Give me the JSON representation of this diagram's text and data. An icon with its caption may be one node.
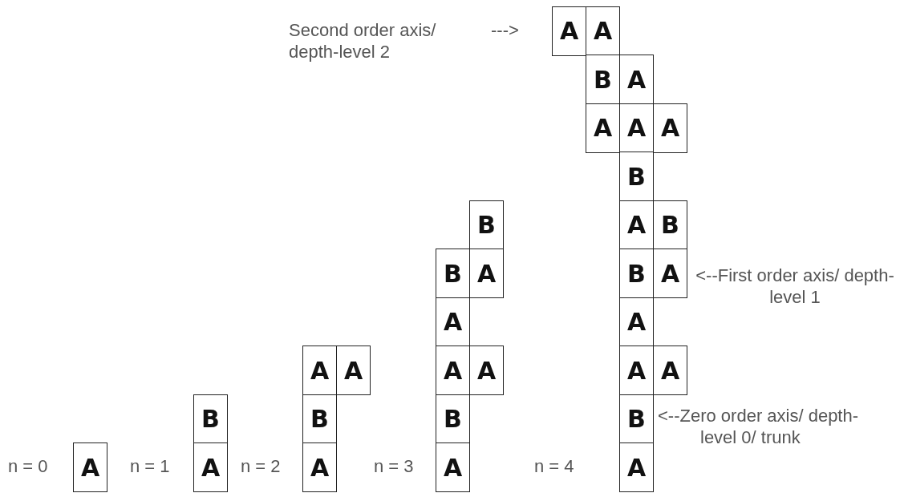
{
  "diagram": {
    "nodes": [
      {
        "text": [
          "A"
        ]
      },
      {
        "text": [
          "B"
        ]
      },
      {
        "text": [
          "A"
        ]
      },
      {
        "text": [
          "A"
        ]
      },
      {
        "text": [
          "A"
        ]
      },
      {
        "text": [
          "B"
        ]
      },
      {
        "text": [
          "A"
        ]
      },
      {
        "text": [
          "B"
        ]
      },
      {
        "text": [
          "B"
        ]
      },
      {
        "text": [
          "A"
        ]
      },
      {
        "text": [
          "A"
        ]
      },
      {
        "text": [
          "A"
        ]
      },
      {
        "text": [
          "A"
        ]
      },
      {
        "text": [
          "B"
        ]
      },
      {
        "text": [
          "A"
        ]
      },
      {
        "text": [
          "A"
        ]
      },
      {
        "text": [
          "A"
        ]
      },
      {
        "text": [
          "B"
        ]
      },
      {
        "text": [
          "A"
        ]
      },
      {
        "text": [
          "A"
        ]
      },
      {
        "text": [
          "A"
        ]
      },
      {
        "text": [
          "A"
        ]
      },
      {
        "text": [
          "B"
        ]
      },
      {
        "text": [
          "A"
        ]
      },
      {
        "text": [
          "B"
        ]
      },
      {
        "text": [
          "B"
        ]
      },
      {
        "text": [
          "A"
        ]
      },
      {
        "text": [
          "A"
        ]
      },
      {
        "text": [
          "A"
        ]
      },
      {
        "text": [
          "A"
        ]
      },
      {
        "text": [
          "B"
        ]
      },
      {
        "text": [
          "A"
        ]
      }
    ],
    "labels": [
      "Second order axis/ depth-level 2",
      "--->",
      "<--First order axis/ depth-level 1",
      "<--Zero order axis/ depth-level 0/ trunk",
      "n = 0",
      "n = 1",
      "n = 2",
      "n = 3",
      "n = 4"
    ]
  }
}
